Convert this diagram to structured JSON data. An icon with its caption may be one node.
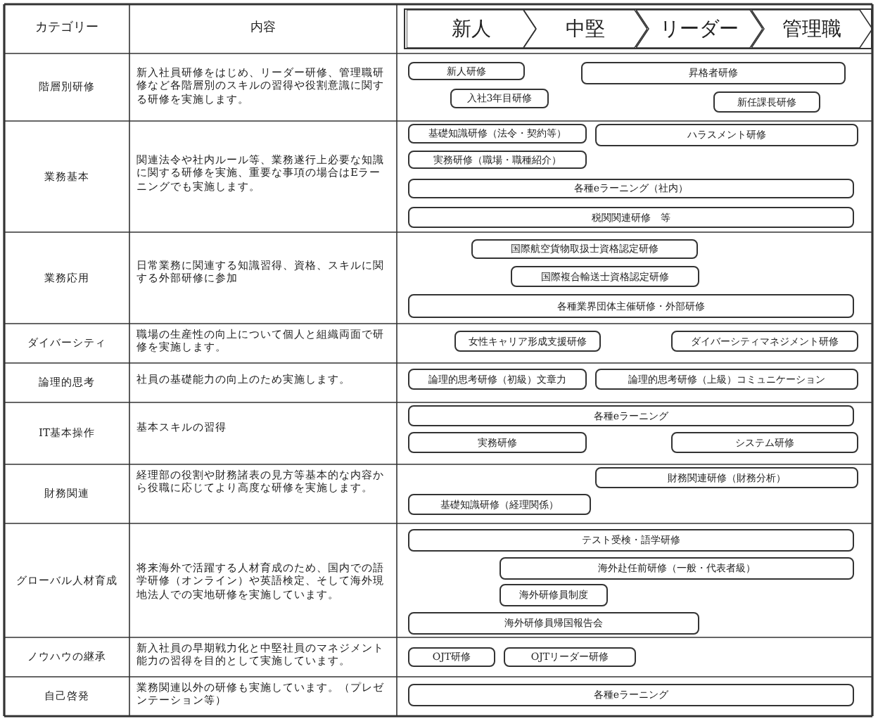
{
  "diagram": {
    "nodes": [
      {
        "text": [
          "新人"
        ]
      },
      {
        "text": [
          "中堅"
        ]
      },
      {
        "text": [
          "リーダー"
        ]
      },
      {
        "text": [
          "管理職"
        ]
      },
      {
        "text": [
          "新人研修"
        ]
      },
      {
        "text": [
          "昇格者研修"
        ]
      },
      {
        "text": [
          "入社3年目研修"
        ]
      },
      {
        "text": [
          "新任課長研修"
        ]
      },
      {
        "text": [
          "基礎知識研修（法令・契約等）"
        ]
      },
      {
        "text": [
          "ハラスメント研修"
        ]
      },
      {
        "text": [
          "実務研修（職場・職種紹介）"
        ]
      },
      {
        "text": [
          "各種eラーニング（社内）"
        ]
      },
      {
        "text": [
          "税関関連研修　等"
        ]
      },
      {
        "text": [
          "国際航空貨物取扱士資格認定研修"
        ]
      },
      {
        "text": [
          "国際複合輸送士資格認定研修"
        ]
      },
      {
        "text": [
          "各種業界団体主催研修・外部研修"
        ]
      },
      {
        "text": [
          "女性キャリア形成支援研修"
        ]
      },
      {
        "text": [
          "ダイバーシティマネジメント研修"
        ]
      },
      {
        "text": [
          "論理的思考研修（初級）文章力"
        ]
      },
      {
        "text": [
          "論理的思考研修（上級）コミュニケーション"
        ]
      },
      {
        "text": [
          "各種eラーニング"
        ]
      },
      {
        "text": [
          "実務研修"
        ]
      },
      {
        "text": [
          "システム研修"
        ]
      },
      {
        "text": [
          "財務関連研修（財務分析）"
        ]
      },
      {
        "text": [
          "基礎知識研修（経理関係）"
        ]
      },
      {
        "text": [
          "テスト受検・語学研修"
        ]
      },
      {
        "text": [
          "海外赴任前研修（一般・代表者級）"
        ]
      },
      {
        "text": [
          "海外研修員制度"
        ]
      },
      {
        "text": [
          "海外研修員帰国報告会"
        ]
      },
      {
        "text": [
          "OJT研修"
        ]
      },
      {
        "text": [
          "OJTリーダー研修"
        ]
      },
      {
        "text": [
          "各種eラーニング"
        ]
      }
    ],
    "labels": [
      "カテゴリー",
      "内容",
      "階層別研修",
      "新入社員研修をはじめ、リーダー研修、管理職研修など各階層別のスキルの習得や役割意識に関する研修を実施します。",
      "業務基本",
      "関連法令や社内ルール等、業務遂行上必要な知識に関する研修を実施、重要な事項の場合はEラーニングでも実施します。",
      "業務応用",
      "日常業務に関連する知識習得、資格、スキルに関する外部研修に参加",
      "ダイバーシティ",
      "職場の生産性の向上について個人と組織両面で研修を実施します。",
      "論理的思考",
      "社員の基礎能力の向上のため実施します。",
      "IT基本操作",
      "基本スキルの習得",
      "財務関連",
      "経理部の役割や財務諸表の見方等基本的な内容から役職に応じてより高度な研修を実施します。",
      "グローバル人材育成",
      "将来海外で活躍する人材育成のため、国内での語学研修（オンライン）や英語検定、そして海外現地法人での実地研修を実施しています。",
      "ノウハウの継承",
      "新入社員の早期戦力化と中堅社員のマネジメント能力の習得を目的として実施しています。",
      "自己啓発",
      "業務関連以外の研修も実施しています。（プレゼンテーション等）"
    ]
  }
}
